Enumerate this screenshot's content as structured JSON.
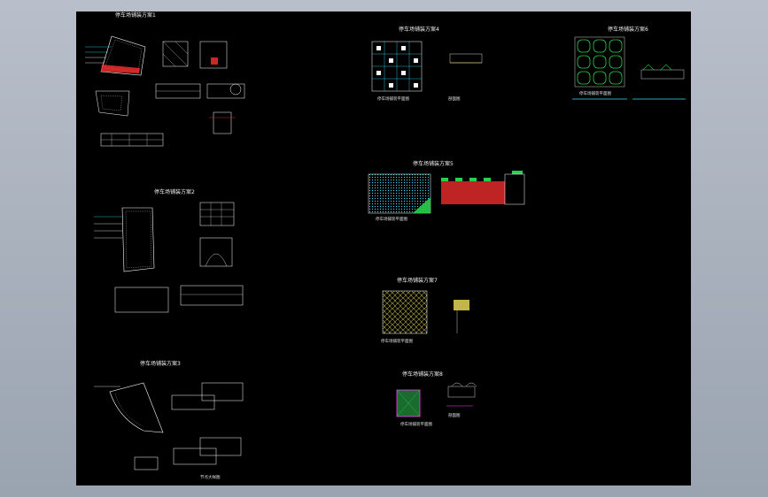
{
  "drawing": {
    "background": "#000000",
    "frame_color": "#a9b1bd",
    "line_color": "#ffffff",
    "accent_colors": {
      "red": "#ff3030",
      "cyan": "#35e0ff",
      "green": "#26d04a",
      "yellow": "#f3e35a",
      "magenta": "#ff3cff"
    }
  },
  "sheets": [
    {
      "title": "停车场铺装方案1"
    },
    {
      "title": "停车场铺装方案2"
    },
    {
      "title": "停车场铺装方案3"
    },
    {
      "title": "停车场铺装方案4"
    },
    {
      "title": "停车场铺装方案5"
    },
    {
      "title": "停车场铺装方案6"
    },
    {
      "title": "停车场铺装方案7"
    },
    {
      "title": "停车场铺装方案8"
    }
  ],
  "captions": {
    "plan_4": "停车场铺装平面图",
    "section_4": "剖面图",
    "plan_5": "停车场铺装平面图",
    "plan_6": "停车场铺装平面图",
    "plan_7": "停车场铺装平面图",
    "plan_8": "停车场铺装平面图",
    "section_8": "剖面图",
    "detail_3": "节点大样图"
  }
}
